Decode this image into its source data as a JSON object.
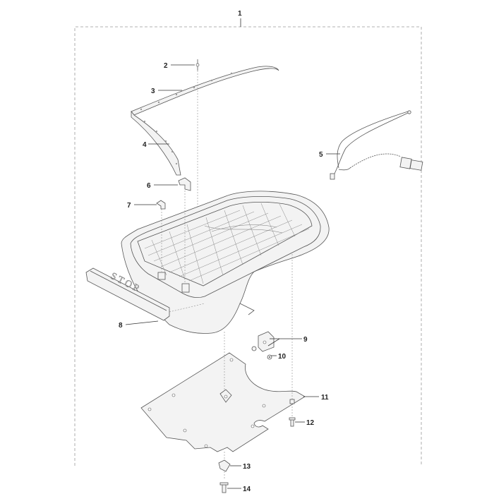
{
  "diagram": {
    "callouts": [
      {
        "id": "c1",
        "label": "1"
      },
      {
        "id": "c2",
        "label": "2"
      },
      {
        "id": "c3",
        "label": "3"
      },
      {
        "id": "c4",
        "label": "4"
      },
      {
        "id": "c5",
        "label": "5"
      },
      {
        "id": "c6",
        "label": "6"
      },
      {
        "id": "c7",
        "label": "7"
      },
      {
        "id": "c8",
        "label": "8"
      },
      {
        "id": "c9",
        "label": "9"
      },
      {
        "id": "c10",
        "label": "10"
      },
      {
        "id": "c11",
        "label": "11"
      },
      {
        "id": "c12",
        "label": "12"
      },
      {
        "id": "c13",
        "label": "13"
      },
      {
        "id": "c14",
        "label": "14"
      }
    ],
    "stop_lettering": "STOP"
  }
}
